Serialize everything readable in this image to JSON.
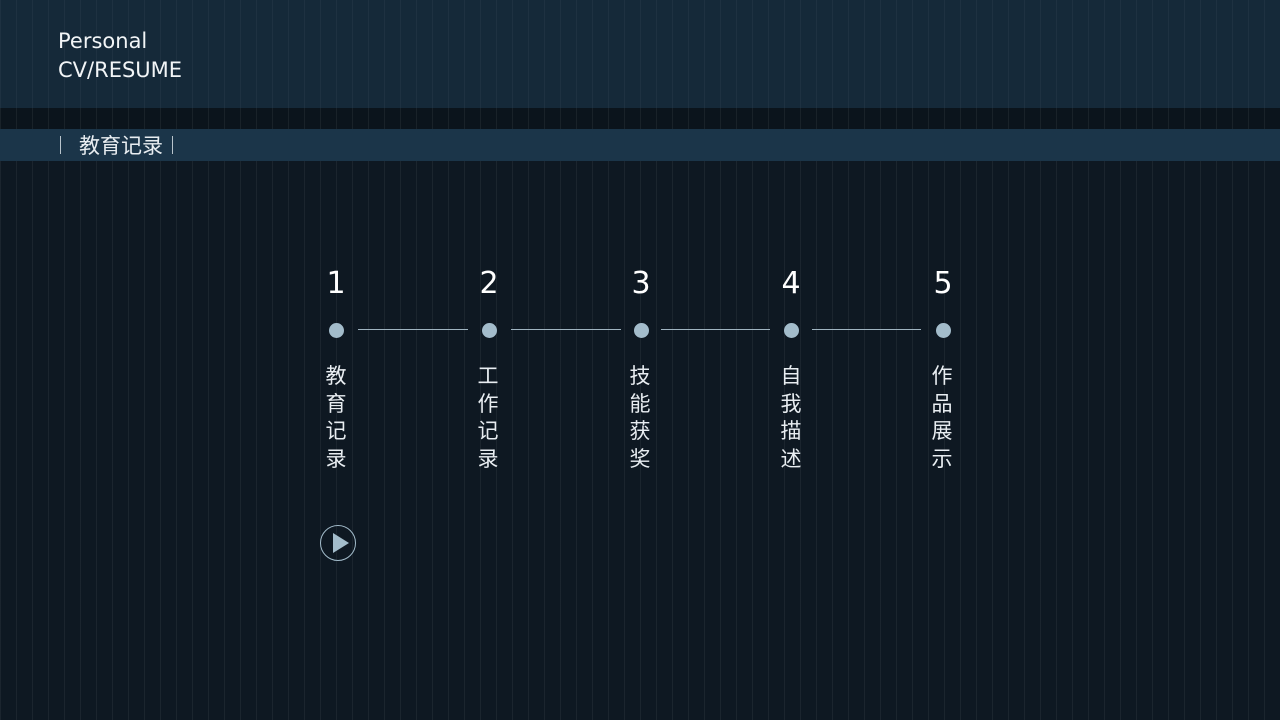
{
  "header": {
    "title_line1": "Personal",
    "title_line2": "CV/RESUME"
  },
  "section": {
    "title": "教育记录"
  },
  "timeline": {
    "steps": [
      {
        "number": "1",
        "label": [
          "教",
          "育",
          "记",
          "录"
        ]
      },
      {
        "number": "2",
        "label": [
          "工",
          "作",
          "记",
          "录"
        ]
      },
      {
        "number": "3",
        "label": [
          "技",
          "能",
          "获",
          "奖"
        ]
      },
      {
        "number": "4",
        "label": [
          "自",
          "我",
          "描",
          "述"
        ]
      },
      {
        "number": "5",
        "label": [
          "作",
          "品",
          "展",
          "示"
        ]
      }
    ]
  },
  "controls": {
    "play_icon": "play-icon"
  },
  "colors": {
    "background": "#0e1822",
    "header": "#152939",
    "section_bar": "#1b3549",
    "accent": "#a3bccb"
  }
}
